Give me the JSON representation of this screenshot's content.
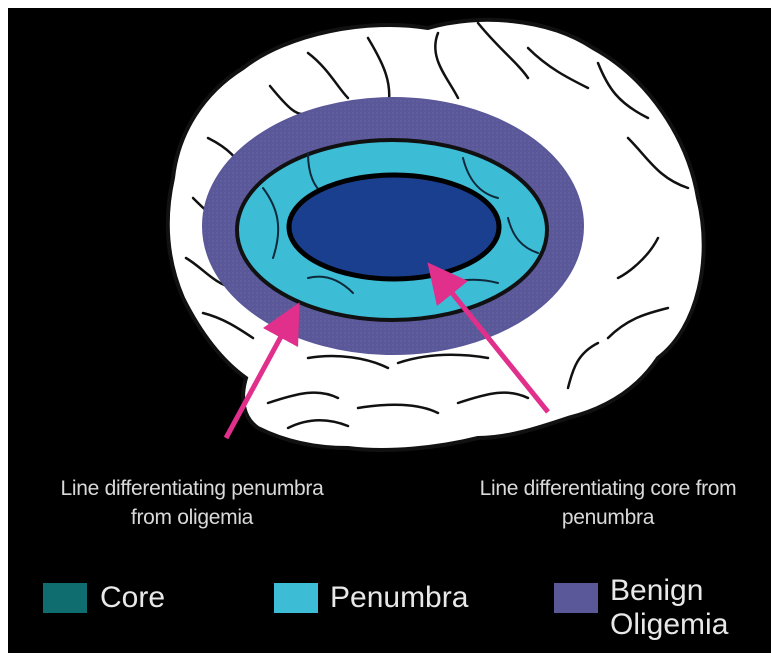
{
  "captions": {
    "left": "Line differentiating penumbra\nfrom oligemia",
    "right": "Line differentiating core from\npenumbra"
  },
  "legend": [
    {
      "key": "core",
      "label": "Core",
      "color": "#0f6d6f"
    },
    {
      "key": "penumbra",
      "label": "Penumbra",
      "color": "#3dbcd6"
    },
    {
      "key": "benign-oligemia",
      "label": "Benign\nOligemia",
      "color": "#5a5898"
    }
  ],
  "colors": {
    "background": "#000000",
    "brain": "#ffffff",
    "sulcus": "#111111",
    "oligemia_ring": "#5a5898",
    "penumbra_ring": "#3dbcd6",
    "core": "#1b3f8f",
    "arrow": "#e0308c"
  }
}
